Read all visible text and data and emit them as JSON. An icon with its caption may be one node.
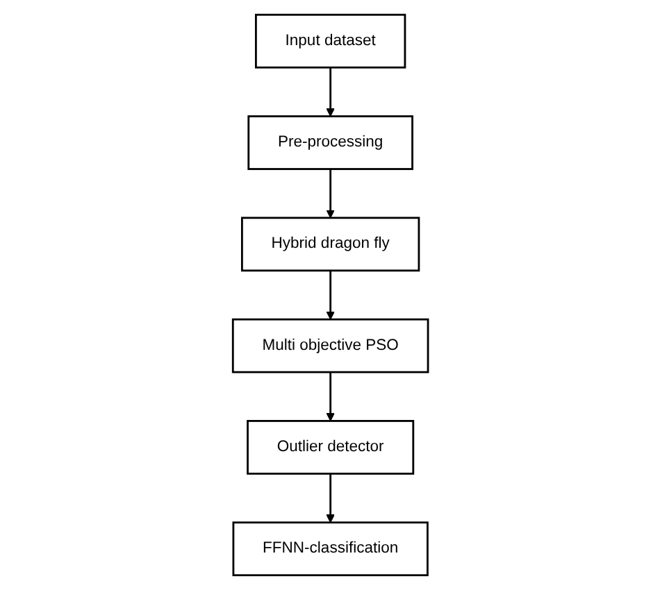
{
  "diagram": {
    "nodes": [
      {
        "text": [
          "Input dataset"
        ]
      },
      {
        "text": [
          "Pre-processing"
        ]
      },
      {
        "text": [
          "Hybrid dragon fly"
        ]
      },
      {
        "text": [
          "Multi objective PSO"
        ]
      },
      {
        "text": [
          "Outlier detector"
        ]
      },
      {
        "text": [
          "FFNN-classification"
        ]
      }
    ],
    "edges": [
      {
        "from": 0,
        "to": 1,
        "arrow": "to"
      },
      {
        "from": 1,
        "to": 2,
        "arrow": "to"
      },
      {
        "from": 2,
        "to": 3,
        "arrow": "to"
      },
      {
        "from": 3,
        "to": 4,
        "arrow": "to"
      },
      {
        "from": 4,
        "to": 5,
        "arrow": "to"
      }
    ]
  }
}
